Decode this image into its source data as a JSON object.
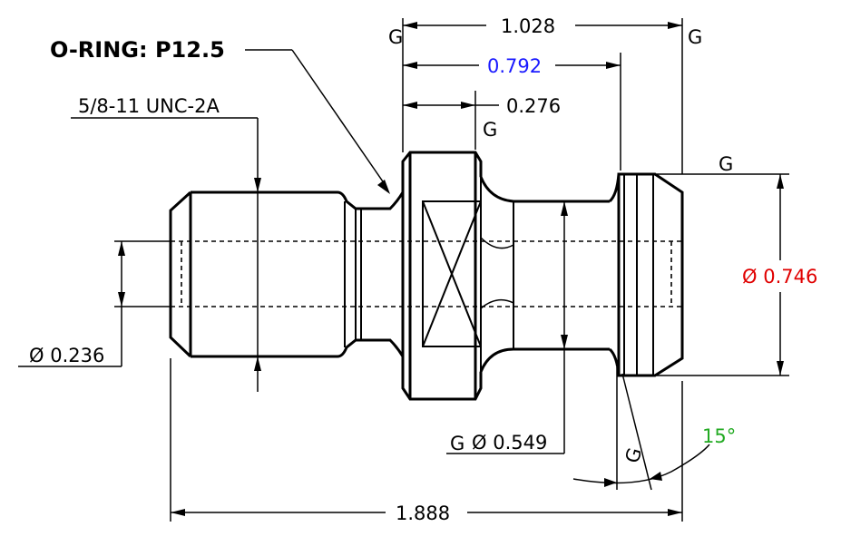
{
  "callouts": {
    "oring": "O-RING: P12.5",
    "thread": "5/8-11 UNC-2A"
  },
  "dimensions": {
    "overall_top": "1.028",
    "to_flange": "0.792",
    "hex_width": "0.276",
    "overall_length": "1.888",
    "bore_dia": "Ø 0.236",
    "shank_dia": "Ø 0.549",
    "head_dia": "Ø 0.746",
    "angle": "15°"
  },
  "grip_marks": {
    "g": "G"
  },
  "colors": {
    "to_flange": "#1a1aff",
    "head_dia": "#e00000",
    "angle": "#22aa22",
    "line": "#000000"
  }
}
